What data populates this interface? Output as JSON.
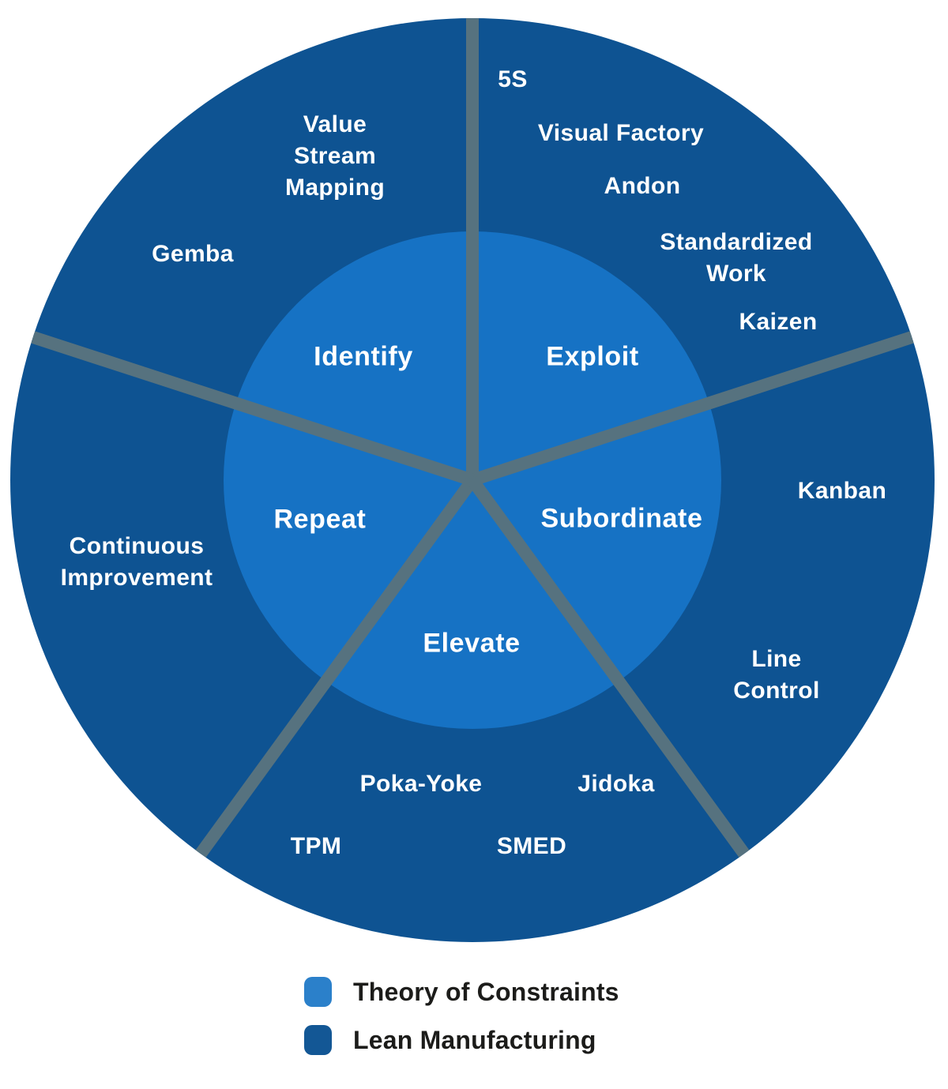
{
  "colors": {
    "theory_of_constraints": "#1672C4",
    "lean_manufacturing": "#0E5392",
    "divider": "#56727F",
    "label_text": "#FFFFFF",
    "legend_text": "#1C1C1A",
    "background": "#FFFFFF"
  },
  "wheel": {
    "steps": [
      {
        "name": "Identify",
        "tools": [
          "Value\nStream\nMapping",
          "Gemba"
        ]
      },
      {
        "name": "Exploit",
        "tools": [
          "5S",
          "Visual Factory",
          "Andon",
          "Standardized\nWork",
          "Kaizen"
        ]
      },
      {
        "name": "Subordinate",
        "tools": [
          "Kanban",
          "Line\nControl"
        ]
      },
      {
        "name": "Elevate",
        "tools": [
          "Poka-Yoke",
          "Jidoka",
          "TPM",
          "SMED"
        ]
      },
      {
        "name": "Repeat",
        "tools": [
          "Continuous\nImprovement"
        ]
      }
    ]
  },
  "legend": {
    "items": [
      {
        "label": "Theory of Constraints",
        "color": "#2B80CA"
      },
      {
        "label": "Lean Manufacturing",
        "color": "#135795"
      }
    ]
  }
}
